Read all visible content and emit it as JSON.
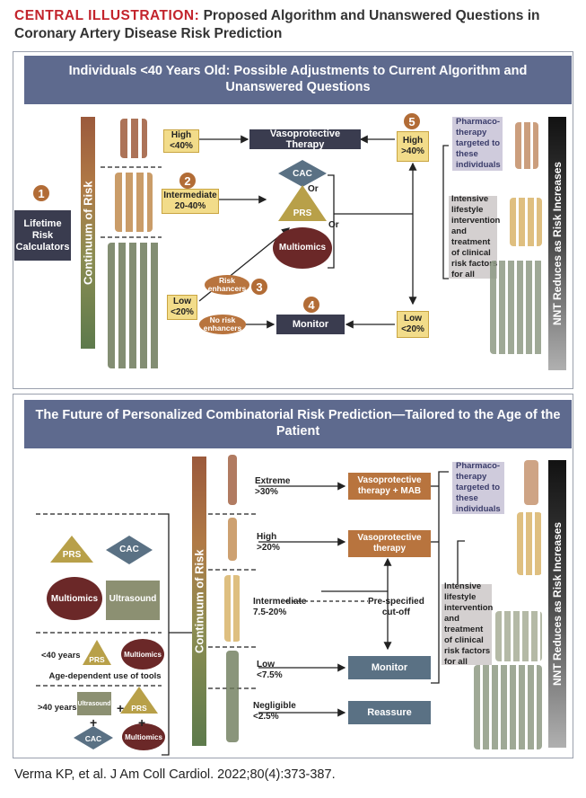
{
  "header": {
    "prefix": "CENTRAL ILLUSTRATION:",
    "title": "Proposed Algorithm and Unanswered Questions in Coronary Artery Disease Risk Prediction"
  },
  "top": {
    "banner": "Individuals <40 Years Old: Possible Adjustments to Current Algorithm and Unanswered Questions",
    "continuum": "Continuum of Risk",
    "calculators": "Lifetime Risk Calculators",
    "high_left": "High\n<40%",
    "intermediate_left": "Intermediate\n20-40%",
    "low_left": "Low\n<20%",
    "vaso": "Vasoprotective Therapy",
    "cac": "CAC",
    "or1": "Or",
    "prs": "PRS",
    "or2": "Or",
    "multiomics": "Multiomics",
    "risk_enh": "Risk enhancers",
    "no_risk_enh": "No risk enhancers",
    "monitor": "Monitor",
    "high_right": "High\n>40%",
    "low_right": "Low\n<20%",
    "pharmaco": "Pharmaco-therapy targeted to these individuals",
    "intensive": "Intensive lifestyle intervention and treatment of clinical risk factors for all",
    "nnt": "NNT Reduces as Risk Increases",
    "nums": [
      "1",
      "2",
      "3",
      "4",
      "5"
    ]
  },
  "bottom": {
    "banner": "The Future of Personalized Combinatorial Risk Prediction—Tailored to the Age of the Patient",
    "continuum": "Continuum of Risk",
    "prs": "PRS",
    "cac": "CAC",
    "multiomics": "Multiomics",
    "ultrasound": "Ultrasound",
    "under40": "<40 years",
    "over40": ">40 years",
    "age_tools": "Age-dependent use of tools",
    "extreme": "Extreme\n>30%",
    "high": "High\n>20%",
    "intermediate": "Intermediate\n7.5-20%",
    "prespec": "Pre-specified\ncut-off",
    "low": "Low\n<7.5%",
    "negligible": "Negligible\n<2.5%",
    "vaso_mab": "Vasoprotective therapy + MAB",
    "vaso": "Vasoprotective therapy",
    "monitor": "Monitor",
    "reassure": "Reassure",
    "pharmaco": "Pharmaco-therapy targeted to these individuals",
    "intensive": "Intensive lifestyle intervention and treatment of clinical risk factors for all",
    "nnt": "NNT Reduces as Risk Increases",
    "plus": "+"
  },
  "citation": "Verma KP, et al. J Am Coll Cardiol. 2022;80(4):373-387.",
  "colors": {
    "header_red": "#c3242c",
    "banner": "#5e6a8e",
    "box_yellow": "#f2dc8a",
    "brown": "#b8743e",
    "navy": "#3a3c4f",
    "slate": "#5a7184",
    "dark_red": "#6b2828"
  }
}
